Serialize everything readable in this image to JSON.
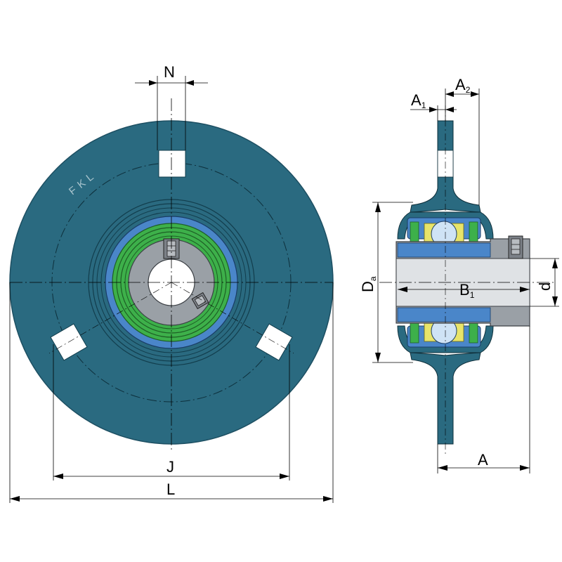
{
  "brand": {
    "text": "FKL"
  },
  "labels": {
    "N": "N",
    "J": "J",
    "L": "L",
    "A": "A",
    "A1_main": "A",
    "A1_sub": "1",
    "A2_main": "A",
    "A2_sub": "2",
    "B1_main": "B",
    "B1_sub": "1",
    "Da_main": "D",
    "Da_sub": "a",
    "d": "d"
  },
  "colors": {
    "housing": "#2a6a80",
    "housing_edge": "#1d4f62",
    "bearing_blue": "#4a86c9",
    "seal_green": "#3db04a",
    "inner_grey": "#9aa0a6",
    "dark_grey": "#6c7178",
    "ball": "#cfe3f5",
    "cage": "#e8e46a"
  }
}
